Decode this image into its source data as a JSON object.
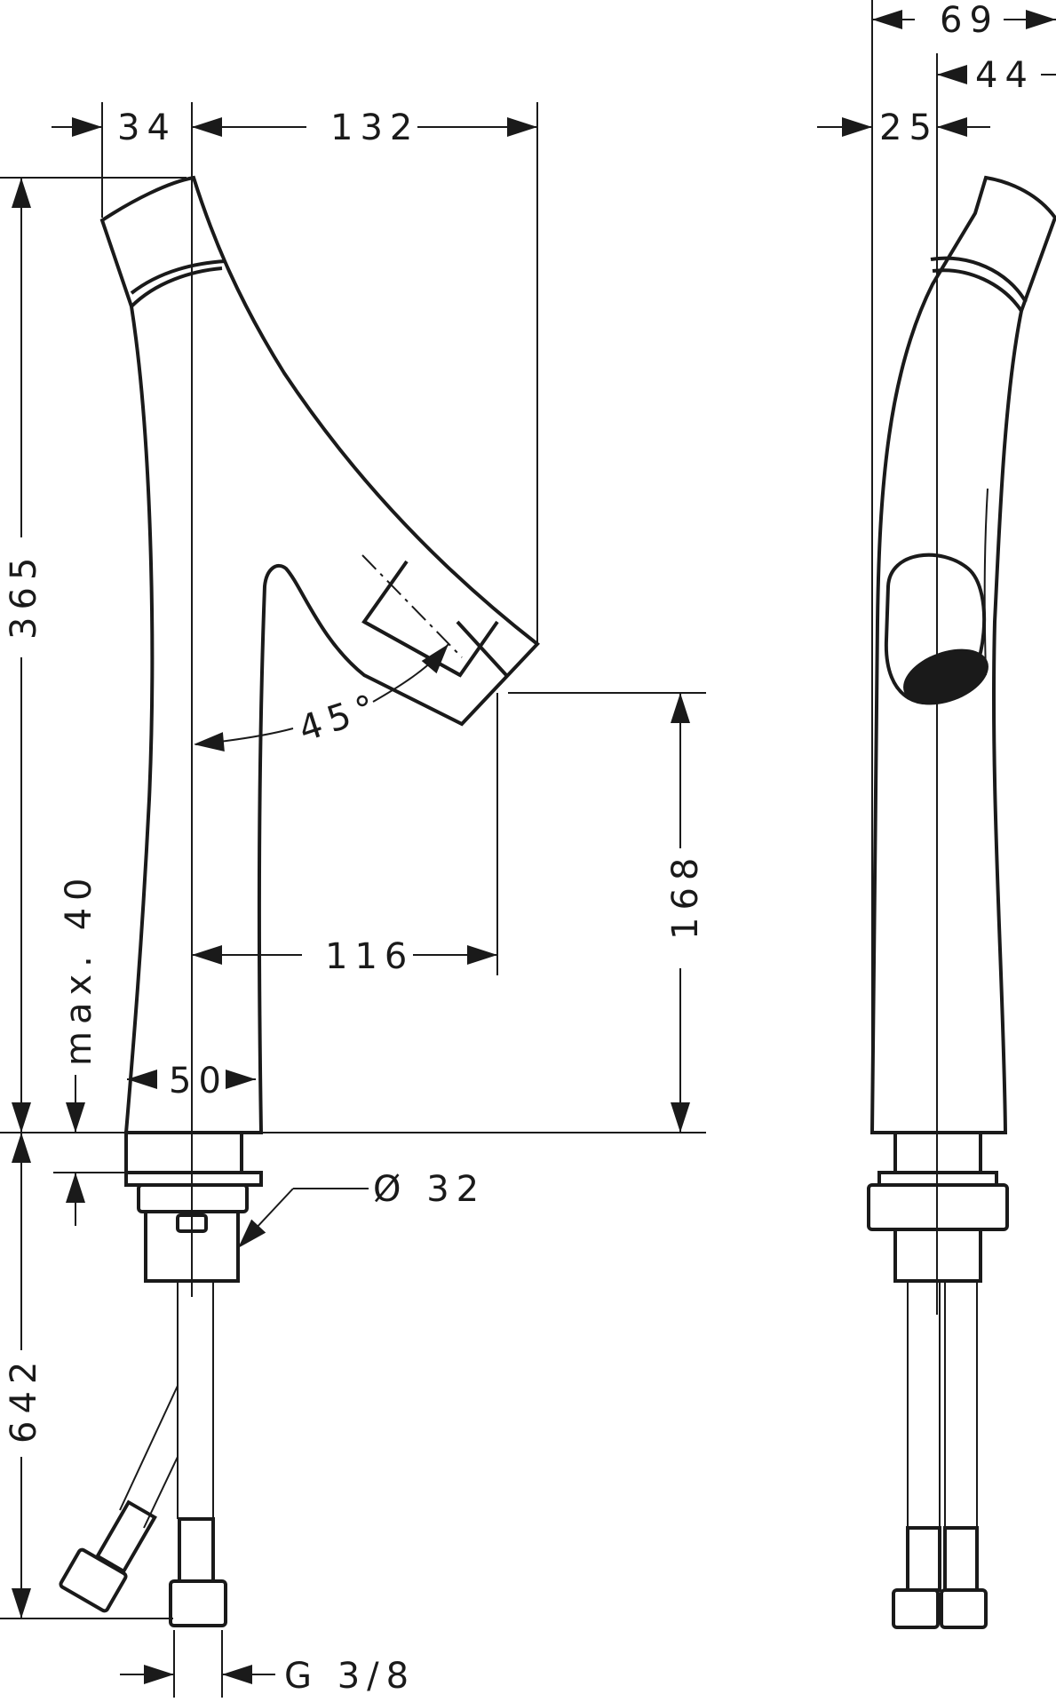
{
  "diagram": {
    "front_view": {
      "dim_top_left": "34",
      "dim_top_spout": "132",
      "dim_height_total": "365",
      "dim_spout_angle": "45°",
      "dim_spout_reach": "116",
      "dim_spout_height": "168",
      "dim_max_deck": "max. 40",
      "dim_base_width": "50",
      "dim_hole_diameter": "Ø 32",
      "dim_hose_length": "642",
      "dim_thread": "G 3/8"
    },
    "side_view": {
      "dim_total_depth": "69",
      "dim_front_depth": "44",
      "dim_rear_offset": "25"
    }
  }
}
